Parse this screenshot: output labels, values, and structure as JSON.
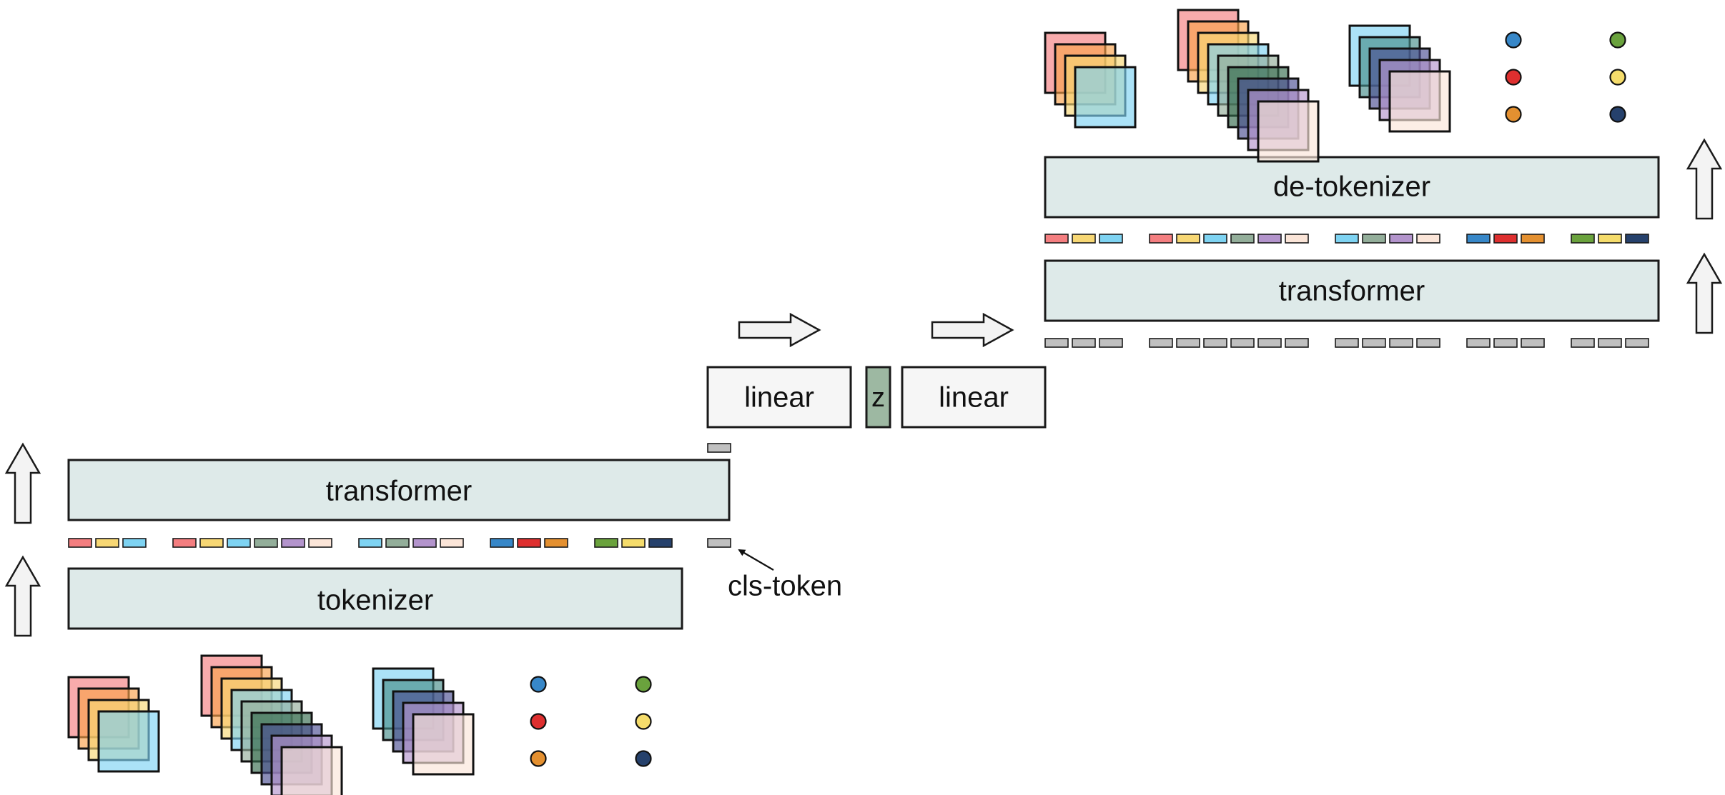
{
  "labels": {
    "encoder_transformer": "transformer",
    "tokenizer": "tokenizer",
    "cls_token": "cls-token",
    "linear_in": "linear",
    "latent": "z",
    "linear_out": "linear",
    "decoder_transformer": "transformer",
    "de_tokenizer": "de-tokenizer"
  },
  "colors": {
    "block_fill": "#deeae9",
    "linear_fill": "#f6f6f6",
    "latent_fill": "#9db8a2",
    "cls_token": "#c0c0c0",
    "arrow_fill": "#f3f3f3",
    "palette": {
      "pink": "#f47e80",
      "orange": "#f9a14b",
      "yellow": "#f7d774",
      "lightblue": "#7ed3f2",
      "sage": "#93ae9a",
      "teal": "#468d8b",
      "darkgreen": "#356b4f",
      "indigo": "#4c4f92",
      "lavender": "#b394cc",
      "peach": "#fbe5d8",
      "blue": "#3787c8",
      "red": "#de2f2f",
      "amber": "#e49030",
      "green": "#6aa23d",
      "gold": "#f5dc6b",
      "navy": "#26416c",
      "grey": "#c0c0c0"
    }
  },
  "modalities": [
    {
      "kind": "stack",
      "layers": [
        "pink",
        "orange",
        "yellow",
        "lightblue"
      ]
    },
    {
      "kind": "stack",
      "layers": [
        "pink",
        "orange",
        "yellow",
        "lightblue",
        "sage",
        "darkgreen",
        "indigo",
        "lavender",
        "peach"
      ]
    },
    {
      "kind": "stack",
      "layers": [
        "lightblue",
        "teal",
        "indigo",
        "lavender",
        "peach"
      ]
    },
    {
      "kind": "dots",
      "layers": [
        "blue",
        "red",
        "amber"
      ]
    },
    {
      "kind": "dots",
      "layers": [
        "green",
        "gold",
        "navy"
      ]
    }
  ],
  "token_groups": [
    [
      "pink",
      "yellow",
      "lightblue"
    ],
    [
      "pink",
      "yellow",
      "lightblue",
      "sage",
      "lavender",
      "peach"
    ],
    [
      "lightblue",
      "sage",
      "lavender",
      "peach"
    ],
    [
      "blue",
      "red",
      "amber"
    ],
    [
      "green",
      "gold",
      "navy"
    ]
  ],
  "icons": [
    "up-arrow-icon",
    "right-arrow-icon",
    "callout-arrow-icon"
  ]
}
